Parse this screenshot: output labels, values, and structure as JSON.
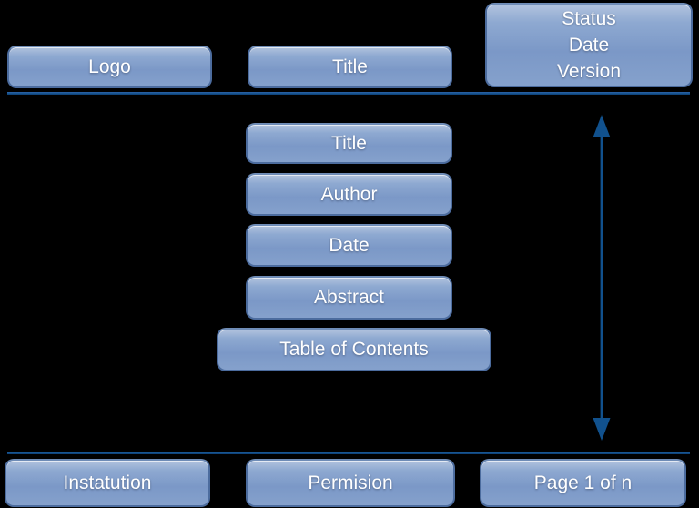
{
  "colors": {
    "background": "#000000",
    "line": "#15548f",
    "arrow": "#11518d",
    "box-border": "#4c6c9e",
    "box-grad-top": "#b2c3de",
    "box-grad-mid": "#7b98c7",
    "box-grad-bottom": "#85a1cc",
    "box-text": "#ffffff"
  },
  "header": {
    "logo_label": "Logo",
    "title_label": "Title",
    "status_box_lines": [
      "Status",
      "Date",
      "Version"
    ]
  },
  "title_block": {
    "items": [
      {
        "label": "Title"
      },
      {
        "label": "Author"
      },
      {
        "label": "Date"
      },
      {
        "label": "Abstract"
      },
      {
        "label": "Table of Contents"
      }
    ]
  },
  "footer": {
    "institution_label": "Instatution",
    "permission_label": "Permision",
    "page_label": "Page 1 of n"
  }
}
